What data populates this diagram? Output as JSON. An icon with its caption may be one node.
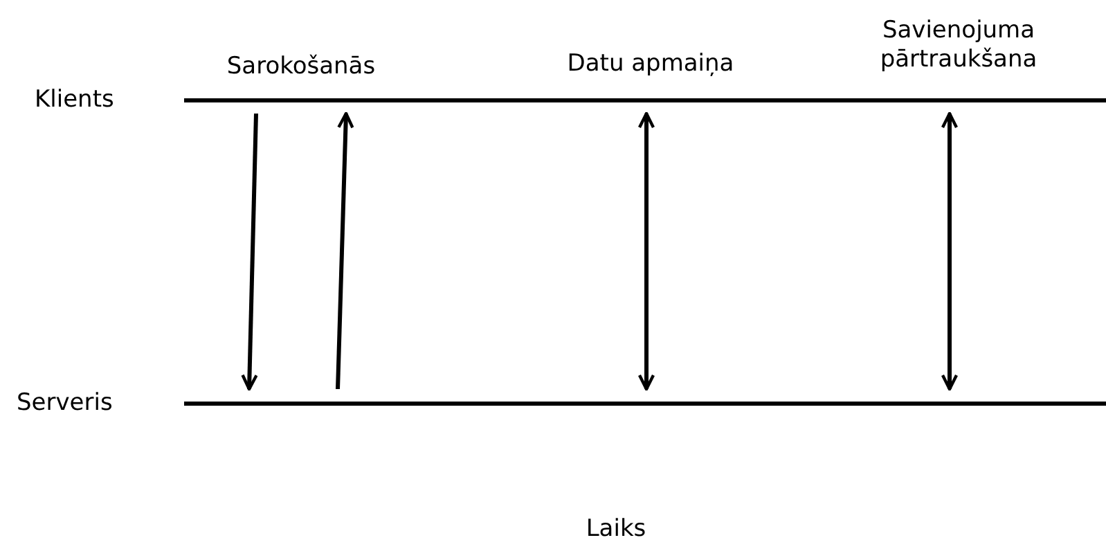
{
  "diagram": {
    "nodes": [
      {
        "text": [
          "Klients"
        ]
      },
      {
        "text": [
          "Serveris"
        ]
      }
    ],
    "edges": [
      {
        "from": 0,
        "to": 1,
        "arrow": "to"
      },
      {
        "from": 1,
        "to": 0,
        "arrow": "to"
      },
      {
        "from": 0,
        "to": 1,
        "arrow": "both"
      },
      {
        "from": 0,
        "to": 1,
        "arrow": "both"
      }
    ],
    "labels": [
      "Sarokošanās",
      "Datu apmaiņa",
      "Savienojuma pārtraukšana",
      "Laiks"
    ]
  }
}
